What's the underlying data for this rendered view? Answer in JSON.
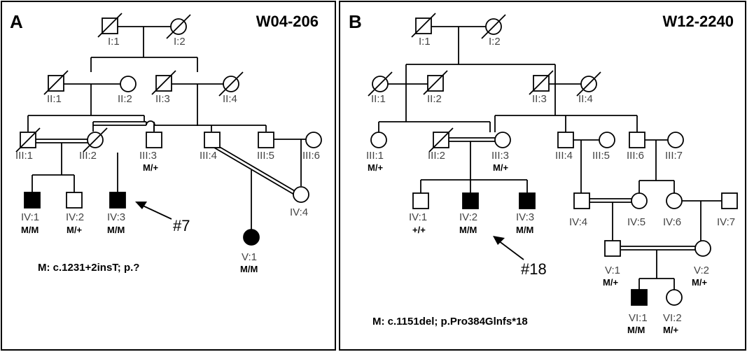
{
  "panels": [
    {
      "letter": "A",
      "family_id": "W04-206",
      "mutation": "M: c.1231+2insT; p.?",
      "proband_marker": "#7",
      "individuals": [
        {
          "id": "I:1",
          "sex": "male",
          "deceased": true
        },
        {
          "id": "I:2",
          "sex": "female",
          "deceased": true
        },
        {
          "id": "II:1",
          "sex": "male",
          "deceased": true
        },
        {
          "id": "II:2",
          "sex": "female"
        },
        {
          "id": "II:3",
          "sex": "male",
          "deceased": true
        },
        {
          "id": "II:4",
          "sex": "female",
          "deceased": true
        },
        {
          "id": "III:1",
          "sex": "male",
          "deceased": true
        },
        {
          "id": "III:2",
          "sex": "female",
          "deceased": true
        },
        {
          "id": "III:3",
          "sex": "male",
          "genotype": "M/+"
        },
        {
          "id": "III:4",
          "sex": "male"
        },
        {
          "id": "III:5",
          "sex": "male"
        },
        {
          "id": "III:6",
          "sex": "female"
        },
        {
          "id": "IV:1",
          "sex": "male",
          "affected": true,
          "genotype": "M/M"
        },
        {
          "id": "IV:2",
          "sex": "male",
          "genotype": "M/+"
        },
        {
          "id": "IV:3",
          "sex": "male",
          "affected": true,
          "genotype": "M/M"
        },
        {
          "id": "IV:4",
          "sex": "female"
        },
        {
          "id": "V:1",
          "sex": "female",
          "affected": true,
          "genotype": "M/M"
        }
      ]
    },
    {
      "letter": "B",
      "family_id": "W12-2240",
      "mutation": "M: c.1151del; p.Pro384Glnfs*18",
      "proband_marker": "#18",
      "individuals": [
        {
          "id": "I:1",
          "sex": "male",
          "deceased": true
        },
        {
          "id": "I:2",
          "sex": "female",
          "deceased": true
        },
        {
          "id": "II:1",
          "sex": "female",
          "deceased": true
        },
        {
          "id": "II:2",
          "sex": "male",
          "deceased": true
        },
        {
          "id": "II:3",
          "sex": "male",
          "deceased": true
        },
        {
          "id": "II:4",
          "sex": "female",
          "deceased": true
        },
        {
          "id": "III:1",
          "sex": "female",
          "genotype": "M/+"
        },
        {
          "id": "III:2",
          "sex": "male",
          "deceased": true
        },
        {
          "id": "III:3",
          "sex": "female",
          "genotype": "M/+"
        },
        {
          "id": "III:4",
          "sex": "male"
        },
        {
          "id": "III:5",
          "sex": "female"
        },
        {
          "id": "III:6",
          "sex": "male"
        },
        {
          "id": "III:7",
          "sex": "female"
        },
        {
          "id": "IV:1",
          "sex": "male",
          "genotype": "+/+"
        },
        {
          "id": "IV:2",
          "sex": "male",
          "affected": true,
          "genotype": "M/M"
        },
        {
          "id": "IV:3",
          "sex": "male",
          "affected": true,
          "genotype": "M/M"
        },
        {
          "id": "IV:4",
          "sex": "male"
        },
        {
          "id": "IV:5",
          "sex": "female"
        },
        {
          "id": "IV:6",
          "sex": "female"
        },
        {
          "id": "IV:7",
          "sex": "male"
        },
        {
          "id": "V:1",
          "sex": "male",
          "genotype": "M/+"
        },
        {
          "id": "V:2",
          "sex": "female",
          "genotype": "M/+"
        },
        {
          "id": "VI:1",
          "sex": "male",
          "affected": true,
          "genotype": "M/M"
        },
        {
          "id": "VI:2",
          "sex": "female",
          "genotype": "M/+"
        }
      ]
    }
  ]
}
